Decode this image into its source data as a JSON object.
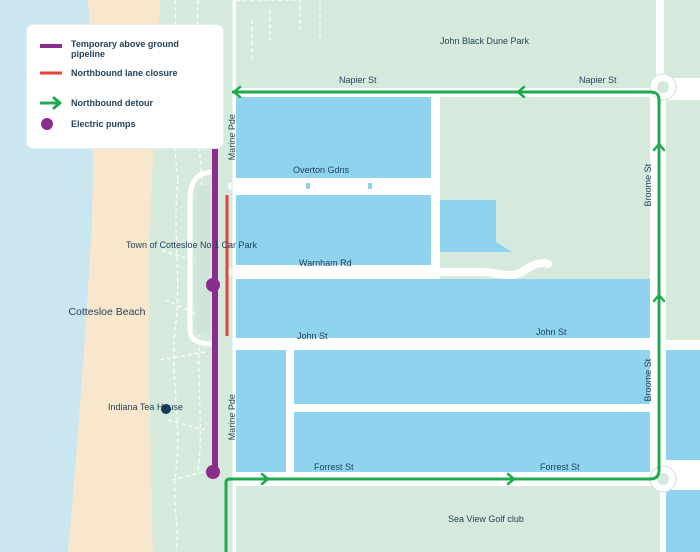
{
  "colors": {
    "sea": "#c9e6f1",
    "sand": "#f8e7cc",
    "park": "#d5eadc",
    "block": "#8fd3ee",
    "road": "#ffffff",
    "pipeline": "#8a2d8f",
    "pipeline_light": "#c9a5cb",
    "closure": "#e8413b",
    "detour": "#20a94f",
    "marker": "#0e3a5a",
    "text": "#1f3f59"
  },
  "legend": {
    "items": [
      {
        "label": "Temporary above ground pipeline",
        "symbol": "purple-line"
      },
      {
        "label": "Northbound lane closure",
        "symbol": "red-line"
      },
      {
        "label": "Northbound detour",
        "symbol": "green-arrow"
      },
      {
        "label": "Electric pumps",
        "symbol": "purple-dot"
      }
    ]
  },
  "places": {
    "john_black": "John Black Dune Park",
    "cottesloe_beach": "Cottesloe Beach",
    "car_park": "Town of Cottesloe No.1 Car Park",
    "indiana": "Indiana Tea House",
    "sea_view": "Sea View Golf club"
  },
  "streets": {
    "napier_w": "Napier St",
    "napier_e": "Napier St",
    "overton": "Overton Gdns",
    "warnham": "Warnham Rd",
    "john_w": "John St",
    "john_e": "John St",
    "forrest_w": "Forrest St",
    "forrest_e": "Forrest St",
    "marine_top": "Marine Pde",
    "marine_bottom": "Marine Pde",
    "broome_top": "Broome St",
    "broome_bottom": "Broome St"
  }
}
